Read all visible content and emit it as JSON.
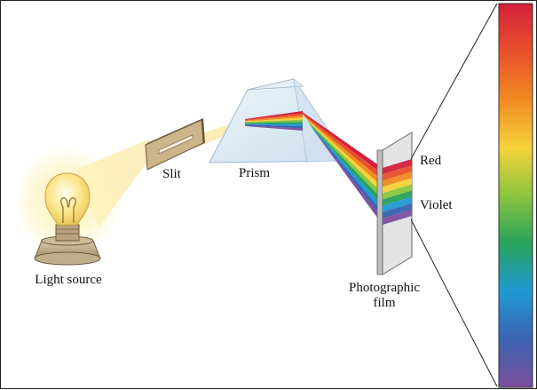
{
  "labels": {
    "light_source": "Light source",
    "slit": "Slit",
    "prism": "Prism",
    "red": "Red",
    "violet": "Violet",
    "photographic": "Photographic",
    "film": "film"
  },
  "colors": {
    "spectrum": [
      "#d3203a",
      "#e8502b",
      "#f18a22",
      "#f6d23a",
      "#8cc63f",
      "#27a25a",
      "#1f9ad6",
      "#3a62b0",
      "#7d4f9e"
    ],
    "light_beam": "#f6e7a6",
    "bulb_glow": "#fff6c2",
    "prism_fill": "#dce9f5",
    "film_fill": "#e4e4e4",
    "slit_frame": "#bfa27a"
  }
}
